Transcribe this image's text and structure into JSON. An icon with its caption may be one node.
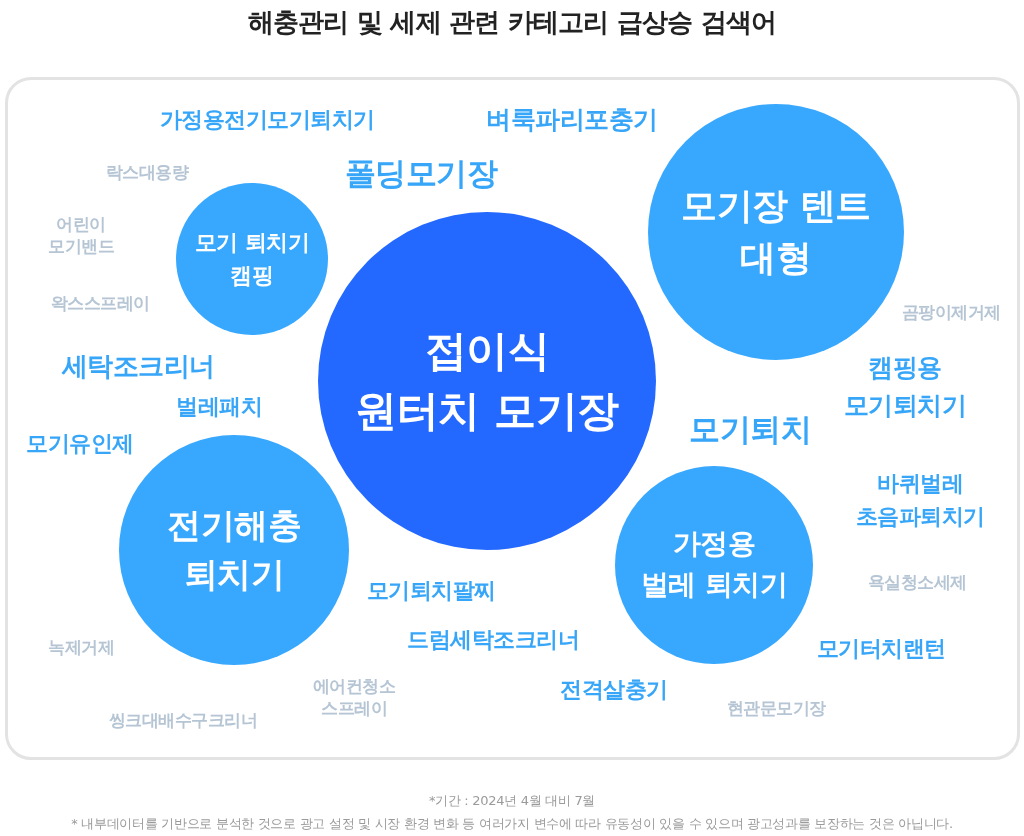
{
  "diagram": {
    "title": "해충관리 및 세제 관련 카테고리 급상승 검색어",
    "nodes": [
      {
        "text": [
          "모기장 텐트 대형"
        ]
      },
      {
        "text": [
          "모기 퇴치기 캠핑"
        ]
      },
      {
        "text": [
          "접이식 원터치 모기장"
        ]
      },
      {
        "text": [
          "전기해충 퇴치기"
        ]
      },
      {
        "text": [
          "가정용 벌레 퇴치기"
        ]
      }
    ],
    "labels": [
      "가정용전기모기퇴치기",
      "벼룩파리포충기",
      "락스대용량",
      "폴딩모기장",
      "어린이 모기밴드",
      "왁스스프레이",
      "곰팡이제거제",
      "세탁조크리너",
      "캠핑용 모기퇴치기",
      "벌레패치",
      "모기퇴치",
      "모기유인제",
      "바퀴벌레 초음파퇴치기",
      "욕실청소세제",
      "모기퇴치팔찌",
      "드럼세탁조크리너",
      "녹제거제",
      "모기터치랜턴",
      "전격살충기",
      "에어컨청소 스프레이",
      "현관문모기장",
      "씽크대배수구크리너",
      "*기간 : 2024년 4월 대비 7월",
      "* 내부데이터를 기반으로 분석한 것으로 광고 설정 및 시장 환경 변화 등 여러가지 변수에 따라 유동성이 있을 수 있으며 광고성과를 보장하는 것은 아닙니다."
    ]
  }
}
